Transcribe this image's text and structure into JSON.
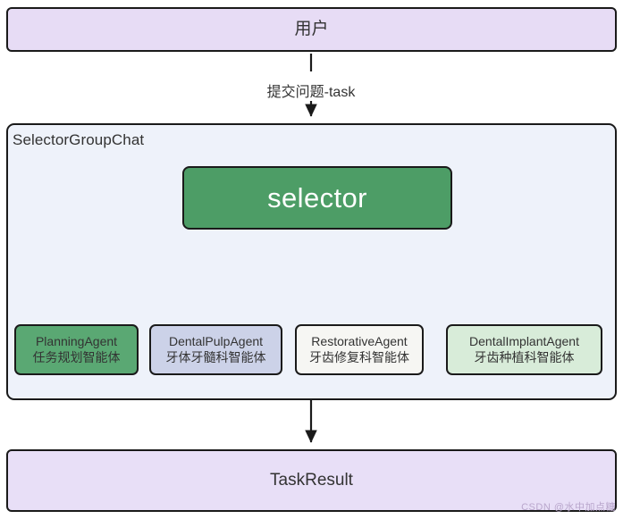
{
  "diagram": {
    "title_node": {
      "label": "用户"
    },
    "result_node": {
      "label": "TaskResult"
    },
    "group": {
      "title": "SelectorGroupChat",
      "selector": {
        "label": "selector"
      },
      "agents": [
        {
          "name": "PlanningAgent",
          "subtitle": "任务规划智能体",
          "color": "#5aa873"
        },
        {
          "name": "DentalPulpAgent",
          "subtitle": "牙体牙髓科智能体",
          "color": "#ccd2e8"
        },
        {
          "name": "RestorativeAgent",
          "subtitle": "牙齿修复科智能体",
          "color": "#f6f6f3"
        },
        {
          "name": "DentalImplantAgent",
          "subtitle": "牙齿种植科智能体",
          "color": "#d8ecd9"
        }
      ]
    },
    "edges": [
      {
        "label": "提交问题-task",
        "from": "用户",
        "to": "SelectorGroupChat"
      }
    ],
    "colors": {
      "user_fill": "#e7dcf5",
      "result_fill": "#e8dff7",
      "group_fill": "#eef2fa",
      "selector_fill": "#4d9d66",
      "stroke": "#1a1a1a",
      "text": "#333333"
    }
  },
  "watermark": {
    "text": "CSDN @水中加点糖"
  }
}
